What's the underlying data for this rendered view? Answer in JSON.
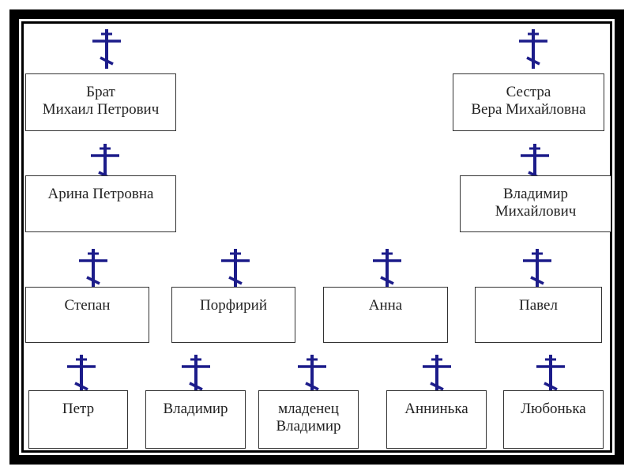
{
  "cross_color": "#1c1c8a",
  "cross_icon": "orthodox-cross-icon",
  "tree": {
    "brother": {
      "line1": "Брат",
      "line2": "Михаил Петрович"
    },
    "sister": {
      "line1": "Сестра",
      "line2": "Вера Михайловна"
    },
    "arina": {
      "line1": "Арина Петровна"
    },
    "vladimir_m": {
      "line1": "Владимир",
      "line2": "Михайлович"
    },
    "stepan": {
      "line1": "Степан"
    },
    "porfiry": {
      "line1": "Порфирий"
    },
    "anna": {
      "line1": "Анна"
    },
    "pavel": {
      "line1": "Павел"
    },
    "petr": {
      "line1": "Петр"
    },
    "vladimir": {
      "line1": "Владимир"
    },
    "infant_vladimir": {
      "line1": "младенец",
      "line2": "Владимир"
    },
    "anninka": {
      "line1": "Аннинька"
    },
    "lyubonka": {
      "line1": "Любонька"
    }
  }
}
